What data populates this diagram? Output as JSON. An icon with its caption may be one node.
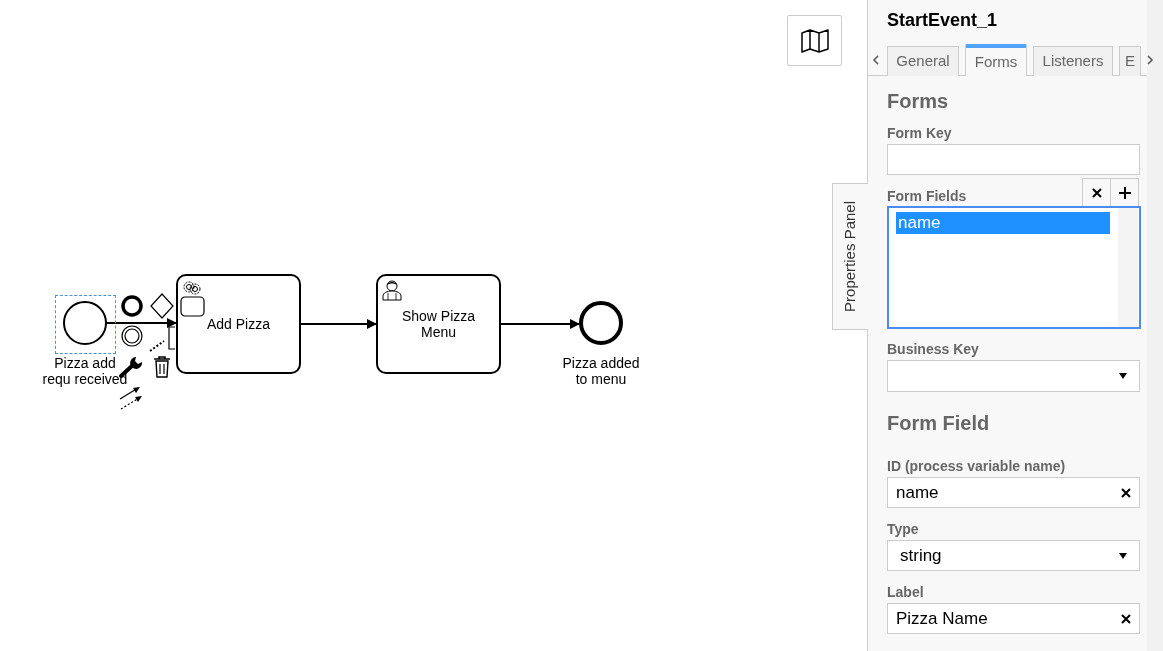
{
  "diagram": {
    "nodes": [
      {
        "text": [
          "Pizza add requ received"
        ]
      },
      {
        "text": [
          "Add Pizza"
        ]
      },
      {
        "text": [
          "Show Pizza Menu"
        ]
      },
      {
        "text": [
          "Pizza added to menu"
        ]
      }
    ],
    "edges": [
      {
        "from": 0,
        "to": 1,
        "arrow": "to"
      },
      {
        "from": 1,
        "to": 2,
        "arrow": "to"
      },
      {
        "from": 2,
        "to": 3,
        "arrow": "to"
      }
    ],
    "labels": [
      "StartEvent_1",
      "General",
      "Forms",
      "Listeners",
      "E",
      "Forms",
      "Form Key",
      "Form Fields",
      "name",
      "Business Key",
      "Form Field",
      "ID (process variable name)",
      "name",
      "Type",
      "string",
      "Label",
      "Pizza Name",
      "Properties Panel"
    ]
  }
}
